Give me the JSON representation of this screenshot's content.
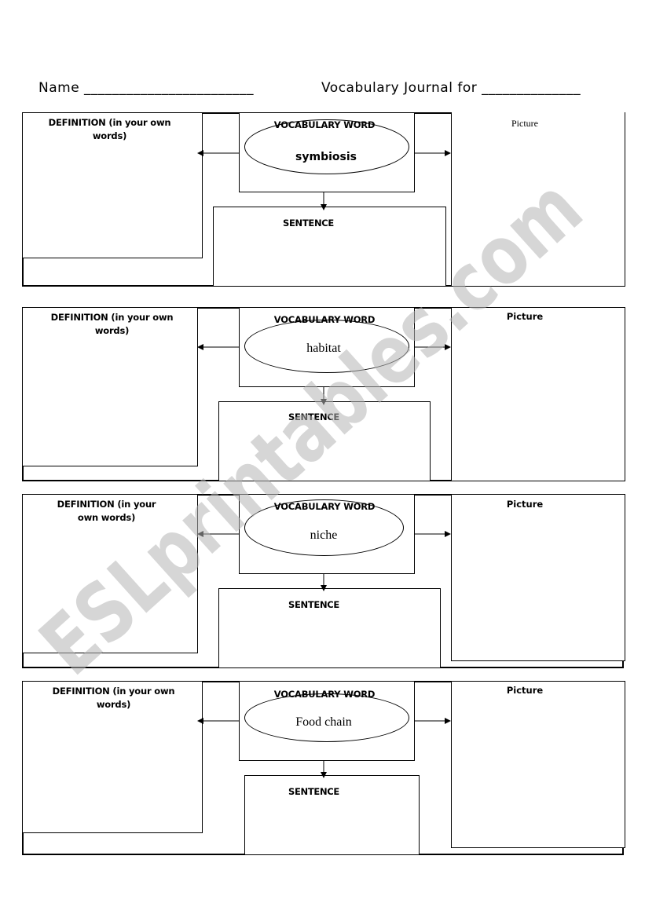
{
  "header": {
    "name_label": "Name ________________________",
    "journal_label": "Vocabulary Journal for ______________"
  },
  "labels": {
    "definition": "DEFINITION (in your own words)",
    "vocabulary": "VOCABULARY WORD",
    "sentence": "SENTENCE",
    "picture": "Picture"
  },
  "entries": [
    {
      "word": "symbiosis",
      "definition_label": "DEFINITION (in your own words)"
    },
    {
      "word": "habitat",
      "definition_label": "DEFINITION (in your own words)"
    },
    {
      "word": "niche",
      "definition_label": "DEFINITION (in your own words)"
    },
    {
      "word": "Food chain",
      "definition_label": "DEFINITION (in your own words)"
    }
  ],
  "watermark": "ESLprintables.com"
}
